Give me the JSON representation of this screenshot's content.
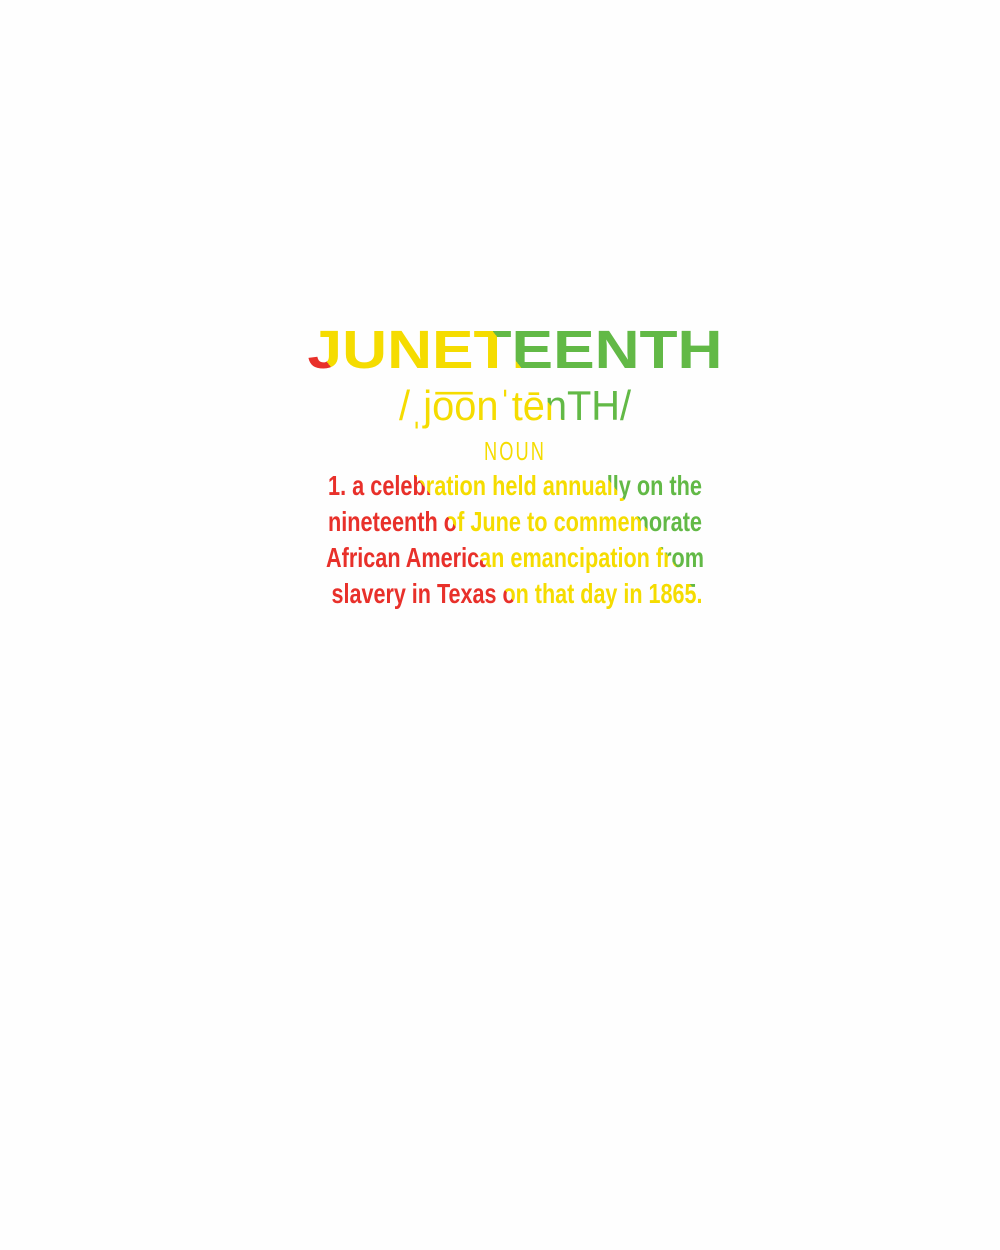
{
  "title": "JUNETEENTH",
  "pronunciation": "/ˌjo͞onˈtēnTH/",
  "part_of_speech": "NOUN",
  "definition_lines": [
    "1. a celebration held annually on the",
    "nineteenth of June to commemorate",
    "African American emancipation from",
    "slavery in Texas on that day in 1865."
  ],
  "colors": {
    "red": "#e8302a",
    "yellow": "#f5dc00",
    "green": "#62b946"
  }
}
